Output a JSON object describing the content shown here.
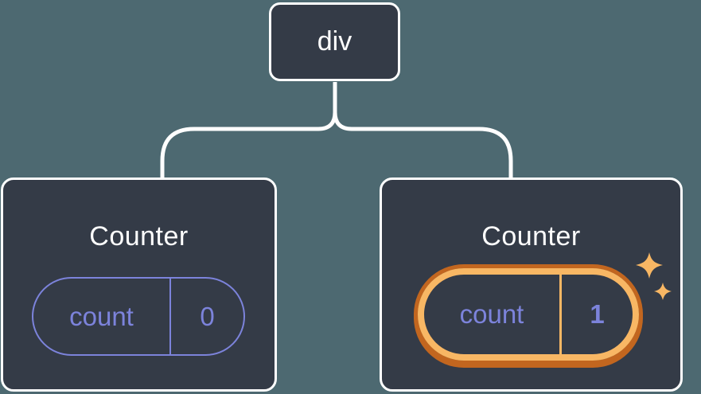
{
  "diagram": {
    "description": "Component tree: a div root element with two Counter children; the second Counter's state is highlighted",
    "background_color": "#4d6971",
    "connector_color": "#ffffff",
    "root_node": {
      "label": "div"
    },
    "cards": [
      {
        "title": "Counter",
        "state_key": "count",
        "state_value": "0",
        "highlighted": false
      },
      {
        "title": "Counter",
        "state_key": "count",
        "state_value": "1",
        "highlighted": true
      }
    ],
    "colors": {
      "card_background": "#343b47",
      "card_border": "#ffffff",
      "state_pill_purple": "#7c83db",
      "highlight_gold": "#f8b764",
      "highlight_dark_orange": "#c2661f",
      "text_white": "#ffffff"
    },
    "icons": {
      "sparkles": "sparkles-icon"
    }
  }
}
